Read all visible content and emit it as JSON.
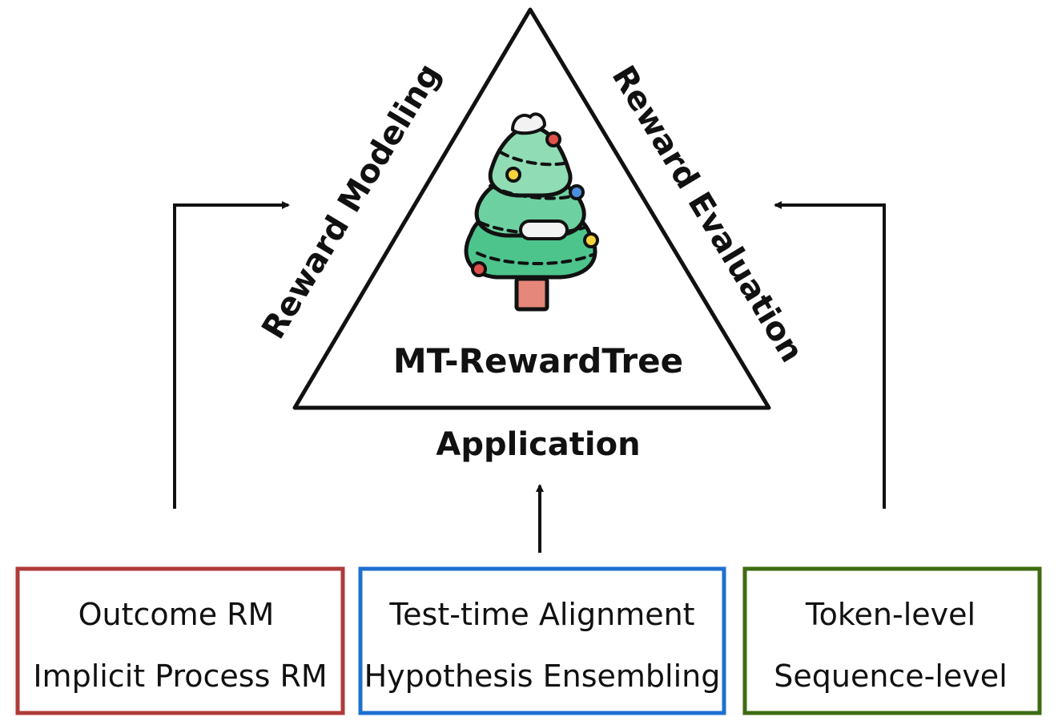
{
  "triangle": {
    "title": "MT-RewardTree",
    "left_edge_label": "Reward Modeling",
    "right_edge_label": "Reward Evaluation",
    "bottom_label": "Application"
  },
  "boxes": [
    {
      "lines": [
        "Outcome RM",
        "Implicit Process RM"
      ],
      "border_color": "#b03a3a"
    },
    {
      "lines": [
        "Test-time Alignment",
        "Hypothesis Ensembling"
      ],
      "border_color": "#1f6fd0"
    },
    {
      "lines": [
        "Token-level",
        "Sequence-level"
      ],
      "border_color": "#3f6b12"
    }
  ],
  "colors": {
    "stroke": "#111111",
    "tree_light": "#8fdcb5",
    "tree_mid": "#6dd0a0",
    "tree_dark": "#4cc48c",
    "trunk": "#e5877a",
    "ornament_red": "#e0504a",
    "ornament_yellow": "#f4d43a",
    "ornament_blue": "#4a8fe0",
    "snow": "#f2f2f2"
  },
  "icons": {
    "center": "christmas-tree-icon"
  }
}
